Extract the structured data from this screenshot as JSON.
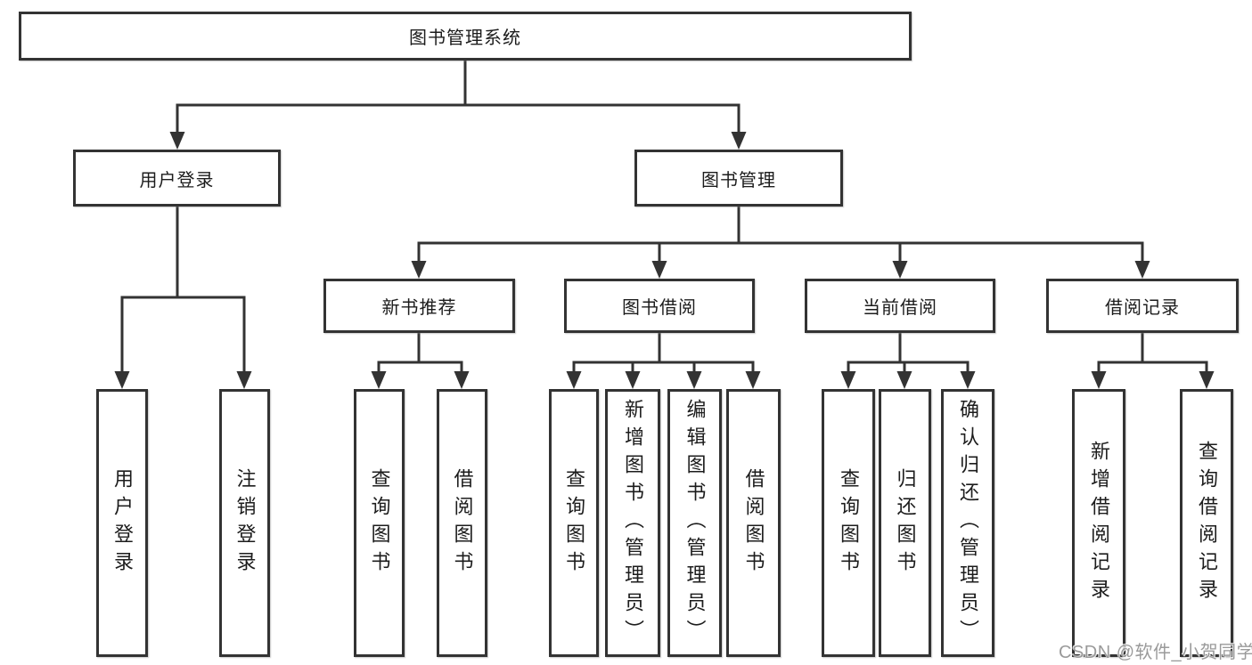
{
  "diagram": {
    "root": {
      "label": "图书管理系统"
    },
    "level2": [
      {
        "label": "用户登录"
      },
      {
        "label": "图书管理"
      }
    ],
    "level3": [
      {
        "label": "新书推荐"
      },
      {
        "label": "图书借阅"
      },
      {
        "label": "当前借阅"
      },
      {
        "label": "借阅记录"
      }
    ],
    "leaves": [
      {
        "label": "用户登录"
      },
      {
        "label": "注销登录"
      },
      {
        "label": "查询图书"
      },
      {
        "label": "借阅图书"
      },
      {
        "label": "查询图书"
      },
      {
        "label": "新增图书（管理员）"
      },
      {
        "label": "编辑图书（管理员）"
      },
      {
        "label": "借阅图书"
      },
      {
        "label": "查询图书"
      },
      {
        "label": "归还图书"
      },
      {
        "label": "确认归还（管理员）"
      },
      {
        "label": "新增借阅记录"
      },
      {
        "label": "查询借阅记录"
      }
    ]
  },
  "watermark": {
    "text": "CSDN @软件_小贺同学",
    "color": "#9a9a9a"
  },
  "colors": {
    "background": "#ffffff",
    "box_fill": "#ffffff",
    "box_border": "#333333",
    "line": "#333333",
    "text": "#1c1c1c"
  }
}
